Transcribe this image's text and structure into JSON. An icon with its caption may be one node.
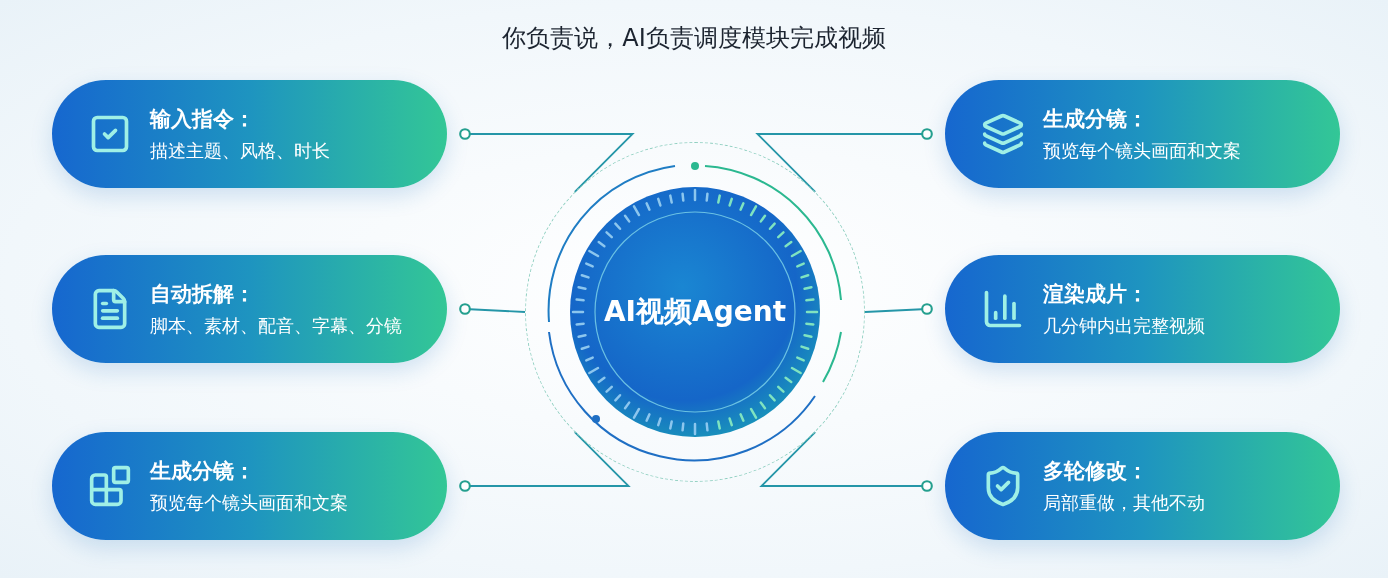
{
  "diagram": {
    "title": "你负责说，AI负责调度模块完成视频",
    "nodes": [
      {
        "text": [
          "输入指令：",
          "描述主题、风格、时长"
        ]
      },
      {
        "text": [
          "自动拆解：",
          "脚本、素材、配音、字幕、分镜"
        ]
      },
      {
        "text": [
          "生成分镜：",
          "预览每个镜头画面和文案"
        ]
      },
      {
        "text": [
          "AI视频Agent"
        ]
      },
      {
        "text": [
          "生成分镜：",
          "预览每个镜头画面和文案"
        ]
      },
      {
        "text": [
          "渲染成片：",
          "几分钟内出完整视频"
        ]
      },
      {
        "text": [
          "多轮修改：",
          "局部重做，其他不动"
        ]
      }
    ],
    "edges": [
      {
        "from": 3,
        "to": 0,
        "arrow": "other"
      },
      {
        "from": 3,
        "to": 1,
        "arrow": "other"
      },
      {
        "from": 3,
        "to": 2,
        "arrow": "other"
      },
      {
        "from": 3,
        "to": 4,
        "arrow": "other"
      },
      {
        "from": 3,
        "to": 5,
        "arrow": "other"
      },
      {
        "from": 3,
        "to": 6,
        "arrow": "other"
      }
    ]
  }
}
